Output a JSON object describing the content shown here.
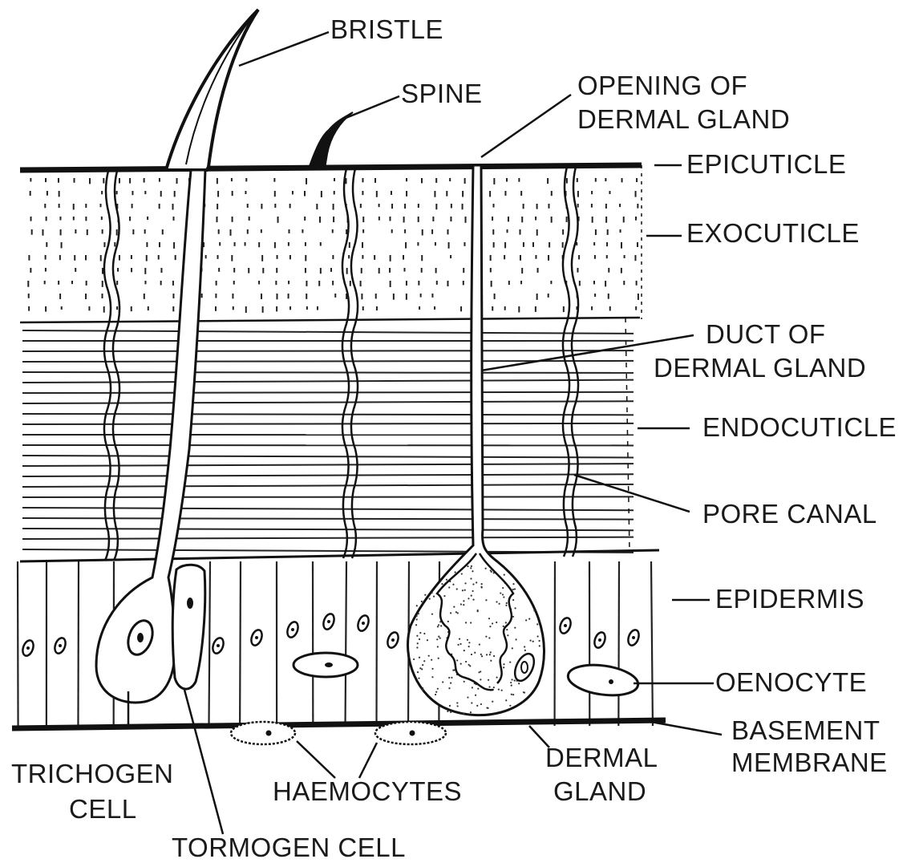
{
  "labels": {
    "bristle": "BRISTLE",
    "spine": "SPINE",
    "opening_line1": "OPENING OF",
    "opening_line2": "DERMAL GLAND",
    "epicuticle": "EPICUTICLE",
    "exocuticle": "EXOCUTICLE",
    "duct_line1": "DUCT OF",
    "duct_line2": "DERMAL GLAND",
    "endocuticle": "ENDOCUTICLE",
    "pore_canal": "PORE CANAL",
    "epidermis": "EPIDERMIS",
    "oenocyte": "OENOCYTE",
    "basement_line1": "BASEMENT",
    "basement_line2": "MEMBRANE",
    "dermal_gland_line1": "DERMAL",
    "dermal_gland_line2": "GLAND",
    "haemocytes": "HAEMOCYTES",
    "trichogen_line1": "TRICHOGEN",
    "trichogen_line2": "CELL",
    "tormogen": "TORMOGEN CELL"
  }
}
